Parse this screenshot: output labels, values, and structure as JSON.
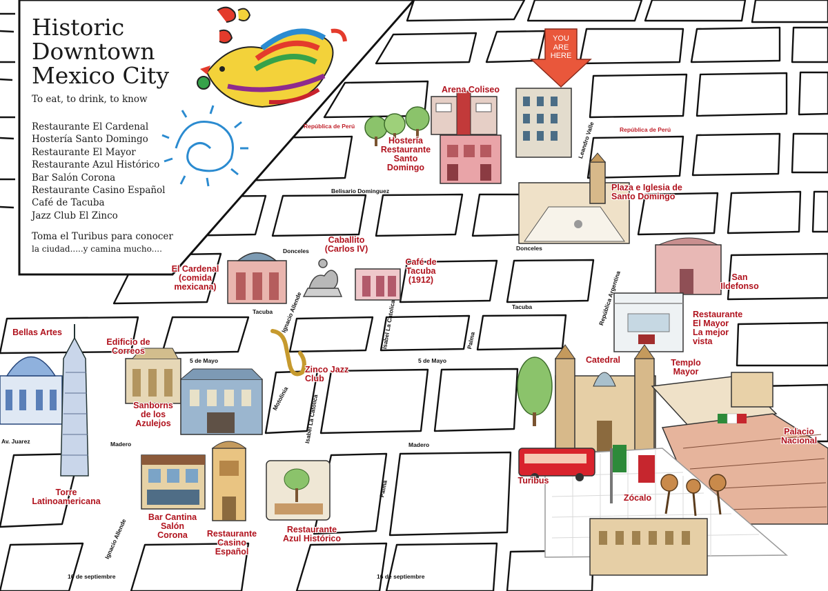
{
  "legend": {
    "title": "Historic\nDowntown\nMexico City",
    "subtitle": "To eat, to drink, to know",
    "places": [
      "Restaurante El Cardenal",
      "Hostería Santo Domingo",
      "Restaurante El Mayor",
      "Restaurante Azul Histórico",
      "Bar Salón Corona",
      "Restaurante Casino Español",
      "Café de Tacuba",
      "Jazz Club El Zinco"
    ],
    "note_line1": "Toma el Turibus para conocer",
    "note_line2": "la ciudad.....y camina mucho...."
  },
  "you_are_here": "YOU\nARE\nHERE",
  "streets": {
    "republica_peru_w": "República de Perú",
    "republica_peru_e": "República de Perú",
    "belisario": "Belisario Dominguez",
    "donceles_w": "Donceles",
    "donceles_e": "Donceles",
    "tacuba_w": "Tacuba",
    "tacuba_e": "Tacuba",
    "cinco_mayo_w": "5 de Mayo",
    "cinco_mayo_e": "5 de Mayo",
    "madero_w": "Madero",
    "madero_e": "Madero",
    "av_juarez": "Av. Juarez",
    "sept16_w": "16 de septiembre",
    "sept16_e": "16 de septiembre",
    "leandro_valle": "Leandro Valle",
    "rep_argentina": "República Argentina",
    "ignacio_allende_n": "Ignacio Allende",
    "ignacio_allende_s": "Ignacio Allende",
    "isabel_catolica_n": "Isabel La Catolica",
    "isabel_catolica_s": "Isabel La Catolica",
    "palma_n": "Palma",
    "palma_s": "Palma",
    "motolinia": "Motolinia"
  },
  "landmarks": {
    "arena_coliseo": "Arena Coliseo",
    "hosteria": "Hostería\nRestaurante\nSanto\nDomingo",
    "plaza_santo_domingo": "Plaza  e Iglesia de\nSanto Domingo",
    "caballito": "Caballito\n(Carlos IV)",
    "el_cardenal": "El Cardenal\n(comida\nmexicana)",
    "cafe_tacuba": "Café de\nTacuba\n(1912)",
    "san_ildefonso": "San\nIldefonso",
    "el_mayor": "Restaurante\nEl Mayor\nLa mejor\nvista",
    "bellas_artes": "Bellas Artes",
    "edificio_correos": "Edificio de\nCorreos",
    "zinco": "Zinco Jazz\nClub",
    "sanborns": "Sanborns\nde los\nAzulejos",
    "catedral": "Catedral",
    "templo_mayor": "Templo\nMayor",
    "palacio_nacional": "Palacio\nNacional",
    "turibus": "Turibus",
    "zocalo": "Zócalo",
    "torre": "Torre\nLatinoamericana",
    "bar_corona": "Bar Cantina\nSalón\nCorona",
    "casino": "Restaurante\nCasino\nEspañol",
    "azul": "Restaurante\nAzul Histórico"
  }
}
